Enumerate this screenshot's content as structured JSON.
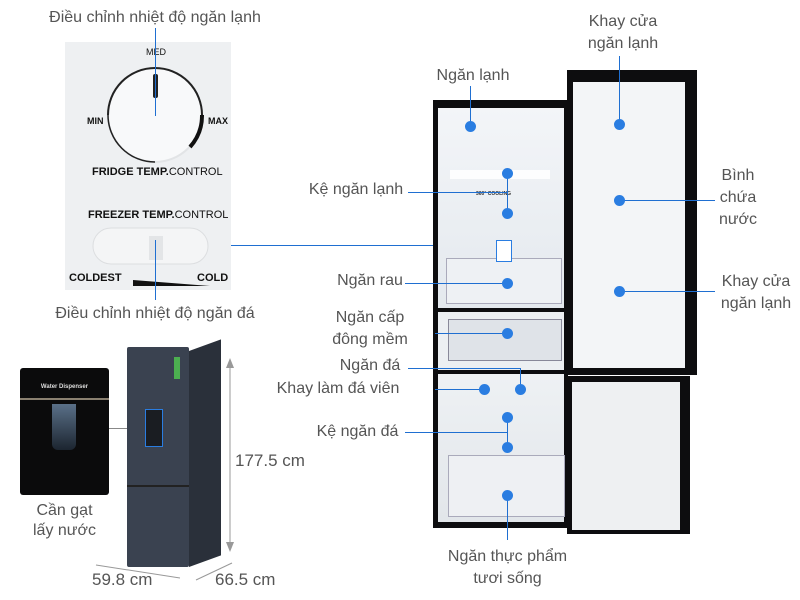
{
  "control_panel": {
    "fridge_label_top": "Điều chỉnh nhiệt độ ngăn lạnh",
    "freezer_label_bottom": "Điều chỉnh nhiệt độ ngăn đá",
    "dial_med": "MED",
    "dial_min": "MIN",
    "dial_max": "MAX",
    "fridge_control_bold": "FRIDGE TEMP.",
    "fridge_control_rest": "CONTROL",
    "freezer_control_bold": "FREEZER TEMP.",
    "freezer_control_rest": "CONTROL",
    "coldest": "COLDEST",
    "cold": "COLD"
  },
  "dispenser": {
    "panel_text": "Water Dispenser",
    "label_line1": "Cần gạt",
    "label_line2": "lấy nước"
  },
  "dimensions": {
    "height": "177.5 cm",
    "width": "59.8 cm",
    "depth": "66.5 cm"
  },
  "interior": {
    "cooling_text": "360° COOLING"
  },
  "callouts": {
    "fridge_compartment": "Ngăn lạnh",
    "door_tray_top_1": "Khay cửa",
    "door_tray_top_2": "ngăn lạnh",
    "fridge_shelf": "Kệ ngăn lạnh",
    "water_tank_1": "Bình",
    "water_tank_2": "chứa",
    "water_tank_3": "nước",
    "vegetable_drawer": "Ngăn rau",
    "door_tray_bottom_1": "Khay cửa",
    "door_tray_bottom_2": "ngăn lạnh",
    "soft_freeze_1": "Ngăn cấp",
    "soft_freeze_2": "đông mềm",
    "freezer": "Ngăn đá",
    "ice_tray": "Khay làm đá viên",
    "freezer_shelf": "Kệ ngăn đá",
    "fresh_food_1": "Ngăn thực phẩm",
    "fresh_food_2": "tươi sống"
  },
  "colors": {
    "accent": "#1f6fd1",
    "dot": "#2a7de1",
    "text": "#555555"
  }
}
